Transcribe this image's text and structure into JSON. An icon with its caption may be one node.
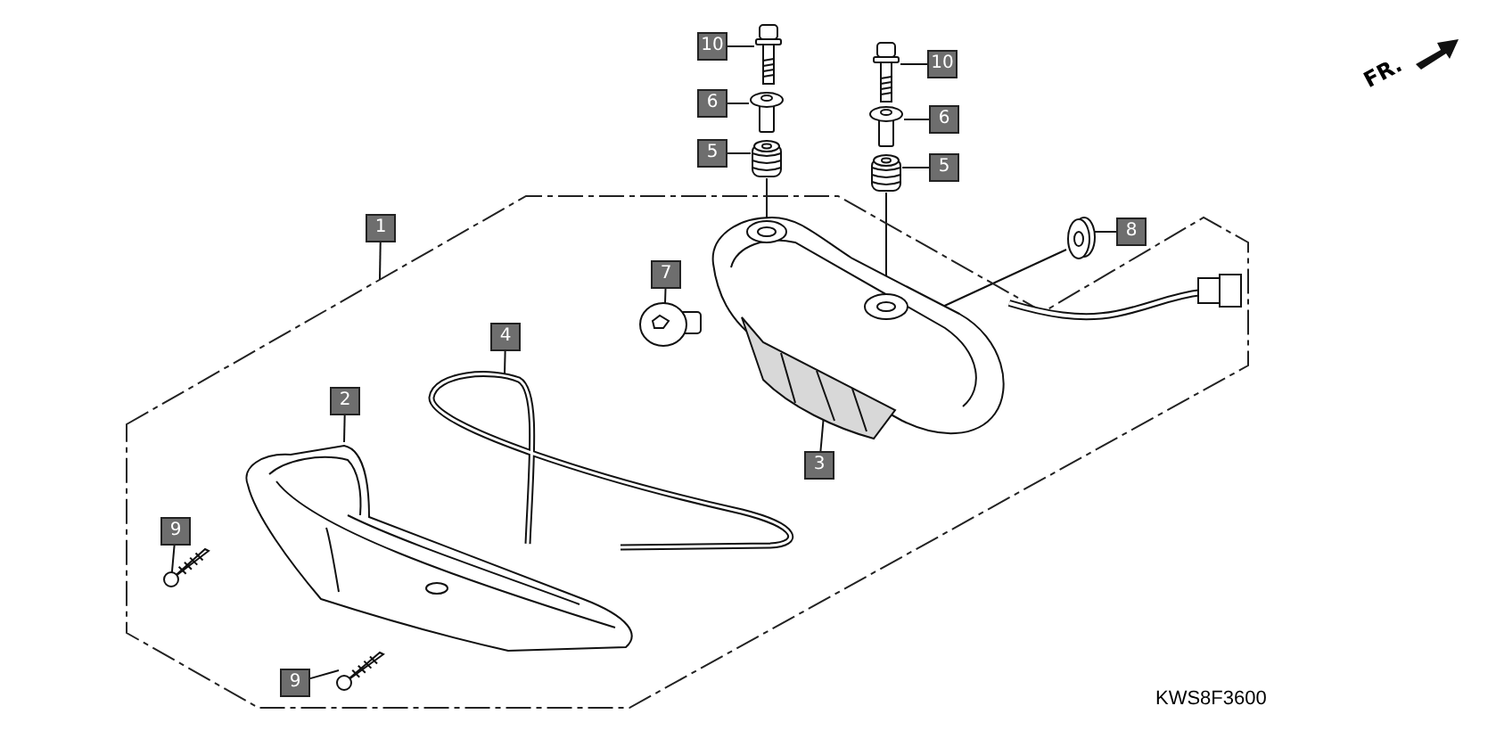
{
  "diagram": {
    "nodes": [
      {
        "text": [
          "10"
        ]
      },
      {
        "text": [],
        "shape": "picture"
      },
      {
        "text": [
          "10"
        ]
      },
      {
        "text": [],
        "shape": "picture"
      },
      {
        "text": [
          "6"
        ]
      },
      {
        "text": [],
        "shape": "picture"
      },
      {
        "text": [
          "6"
        ]
      },
      {
        "text": [],
        "shape": "picture"
      },
      {
        "text": [
          "5"
        ]
      },
      {
        "text": [],
        "shape": "picture"
      },
      {
        "text": [
          "5"
        ]
      },
      {
        "text": [],
        "shape": "picture"
      },
      {
        "text": [
          "1"
        ]
      },
      {
        "text": [],
        "shape": "box"
      },
      {
        "text": [
          "8"
        ]
      },
      {
        "text": [],
        "shape": "picture"
      },
      {
        "text": [
          "4"
        ],
        "in": 13
      },
      {
        "text": [],
        "shape": "picture",
        "in": 13
      },
      {
        "text": [
          "7"
        ],
        "in": 13
      },
      {
        "text": [],
        "shape": "picture",
        "in": 13
      },
      {
        "text": [
          "2"
        ],
        "in": 13
      },
      {
        "text": [],
        "shape": "picture",
        "in": 13
      },
      {
        "text": [
          "3"
        ],
        "in": 13
      },
      {
        "text": [],
        "shape": "picture",
        "in": 13
      },
      {
        "text": [
          "9"
        ],
        "in": 13
      },
      {
        "text": [],
        "shape": "picture",
        "in": 13
      },
      {
        "text": [
          "9"
        ],
        "in": 13
      },
      {
        "text": [],
        "shape": "picture",
        "in": 13
      }
    ],
    "edges": [
      {
        "from": 0,
        "to": 1,
        "arrow": "none"
      },
      {
        "from": 2,
        "to": 3,
        "arrow": "none"
      },
      {
        "from": 4,
        "to": 5,
        "arrow": "none"
      },
      {
        "from": 6,
        "to": 7,
        "arrow": "none"
      },
      {
        "from": 8,
        "to": 9,
        "arrow": "none"
      },
      {
        "from": 10,
        "to": 11,
        "arrow": "none"
      },
      {
        "from": 12,
        "to": 13,
        "arrow": "none"
      },
      {
        "from": 14,
        "to": 15,
        "arrow": "none"
      },
      {
        "from": 16,
        "to": 17,
        "arrow": "none"
      },
      {
        "from": 18,
        "to": 19,
        "arrow": "none"
      },
      {
        "from": 20,
        "to": 21,
        "arrow": "none"
      },
      {
        "from": 22,
        "to": 23,
        "arrow": "none"
      },
      {
        "from": 24,
        "to": 25,
        "arrow": "none"
      },
      {
        "from": 26,
        "to": 27,
        "arrow": "none"
      },
      {
        "from": 9,
        "to": 23,
        "arrow": "none"
      },
      {
        "from": 11,
        "to": 23,
        "arrow": "none"
      },
      {
        "from": 15,
        "to": 23,
        "arrow": "none"
      }
    ],
    "labels": [
      "FR.",
      "KWS8F3600"
    ]
  }
}
